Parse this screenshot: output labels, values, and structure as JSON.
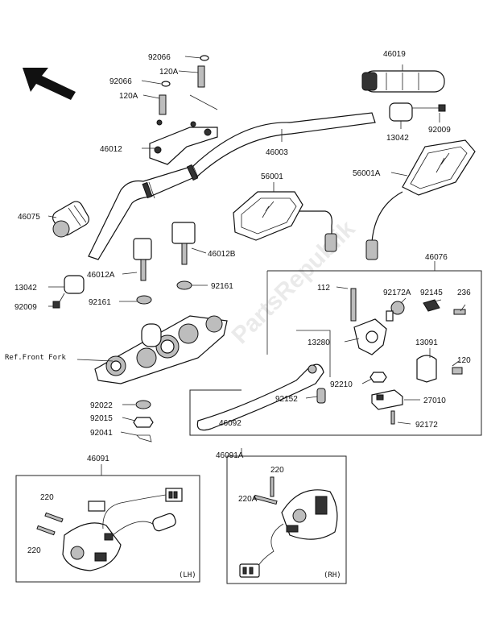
{
  "watermark": "PartsRepublik",
  "labels": {
    "l92066a": "92066",
    "l120a_top": "120A",
    "l46019": "46019",
    "l92066b": "92066",
    "l120a_mid": "120A",
    "l92009_r": "92009",
    "l46012": "46012",
    "l46003": "46003",
    "l13042_r": "13042",
    "l56001": "56001",
    "l56001a": "56001A",
    "l46075": "46075",
    "l46012b": "46012B",
    "l46012a": "46012A",
    "l13042_l": "13042",
    "l92161_l": "92161",
    "l92161_r": "92161",
    "l92009_l": "92009",
    "l46076": "46076",
    "l112": "112",
    "l92172a": "92172A",
    "l92145": "92145",
    "l236": "236",
    "l13280": "13280",
    "l13091": "13091",
    "l120": "120",
    "l92210": "92210",
    "l92152": "92152",
    "l27010": "27010",
    "l46092": "46092",
    "l92172": "92172",
    "l92022": "92022",
    "l92015": "92015",
    "l92041": "92041",
    "l46091": "46091",
    "l46091a": "46091A",
    "l220_lh1": "220",
    "l220_lh2": "220",
    "l220_rh": "220",
    "l220a": "220A",
    "ref_front_fork": "Ref.Front Fork",
    "tag_lh": "(LH)",
    "tag_rh": "(RH)"
  }
}
